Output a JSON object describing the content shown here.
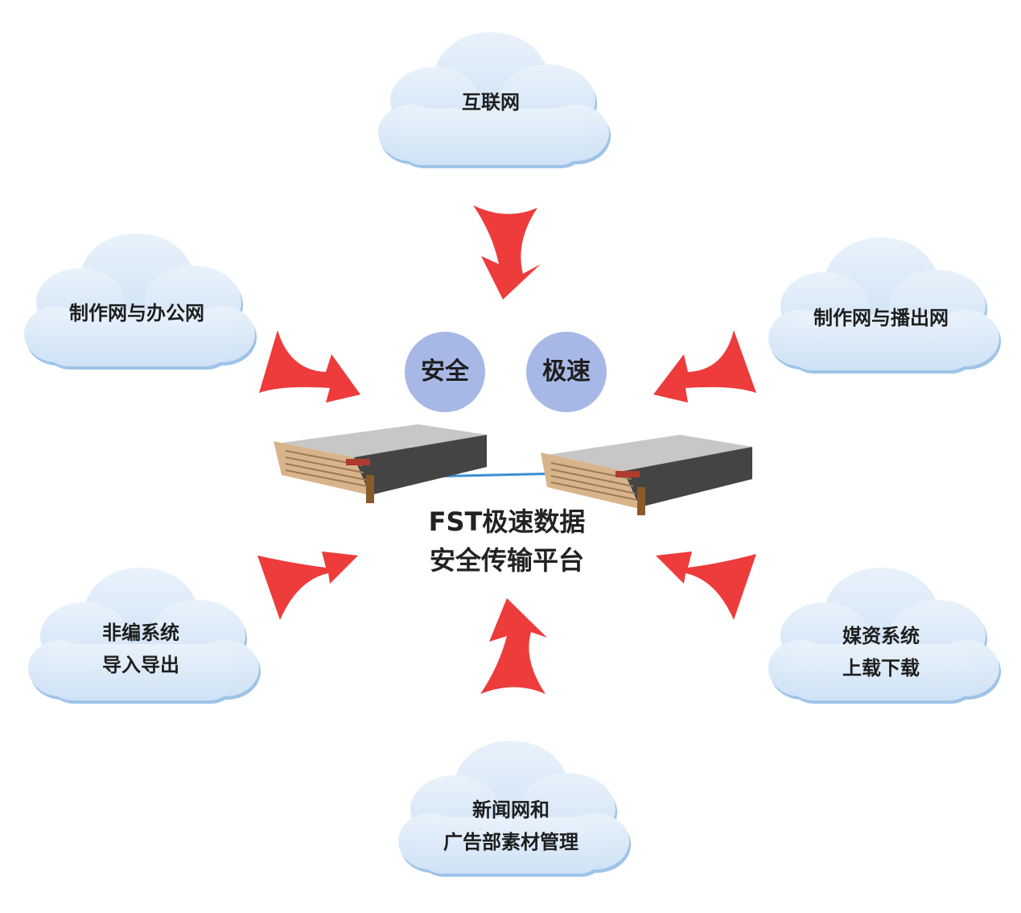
{
  "clouds": {
    "internet": {
      "line1": "互联网"
    },
    "office": {
      "line1": "制作网与办公网"
    },
    "broadcast": {
      "line1": "制作网与播出网"
    },
    "nle": {
      "line1": "非编系统",
      "line2": "导入导出"
    },
    "media": {
      "line1": "媒资系统",
      "line2": "上载下载"
    },
    "news": {
      "line1": "新闻网和",
      "line2": "广告部素材管理"
    }
  },
  "badges": {
    "security": "安全",
    "speed": "极速"
  },
  "platform": {
    "line1": "FST极速数据",
    "line2": "安全传输平台"
  },
  "colors": {
    "cloud_fill": "#dceaf9",
    "cloud_edge": "#9ec3e8",
    "arrow": "#ee3b3b",
    "badge": "#a8b8e6",
    "link": "#3b8fd0",
    "server_front": "#d8b48a",
    "server_body": "#4a4a4a"
  }
}
